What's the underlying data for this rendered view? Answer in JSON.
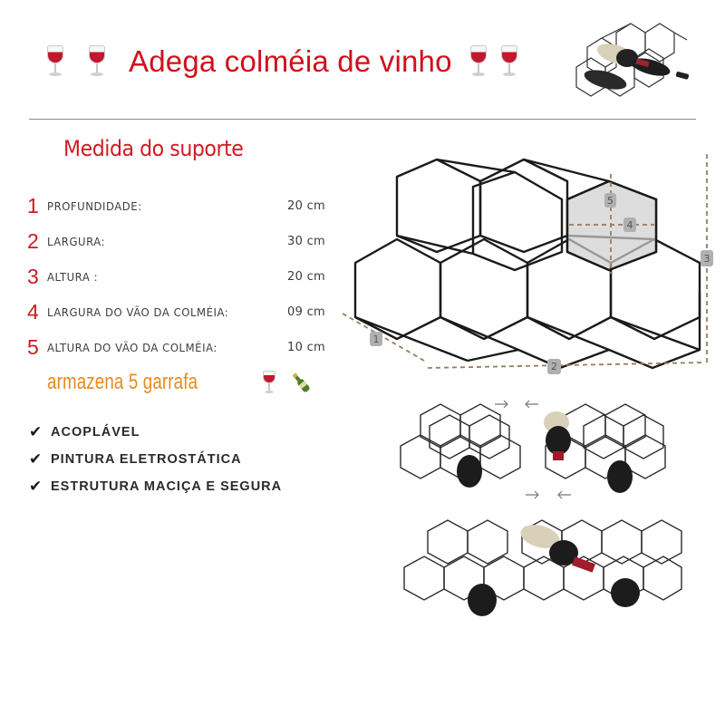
{
  "header": {
    "title": "Adega colméia de vinho",
    "left_icons": [
      "wine-glass-icon",
      "wine-glass-icon"
    ],
    "right_icons": [
      "wine-glass-icon",
      "wine-glass-icon"
    ],
    "thumbnail": "wine-rack-with-bottles-photo"
  },
  "specs": {
    "title": "Medida do suporte",
    "items": [
      {
        "num": "1",
        "label": "PROFUNDIDADE:",
        "value": "20 cm"
      },
      {
        "num": "2",
        "label": "LARGURA:",
        "value": "30 cm"
      },
      {
        "num": "3",
        "label": "ALTURA :",
        "value": "20 cm"
      },
      {
        "num": "4",
        "label": "LARGURA DO VÃO DA COLMÉIA:",
        "value": "09 cm"
      },
      {
        "num": "5",
        "label": "ALTURA DO VÃO DA COLMÉIA:",
        "value": "10 cm"
      }
    ]
  },
  "capacity": {
    "text": "armazena 5 garrafa",
    "icons": [
      "wine-glass-icon",
      "champagne-bottle-icon"
    ]
  },
  "features": [
    {
      "icon": "check-icon",
      "label": "ACOPLÁVEL"
    },
    {
      "icon": "check-icon",
      "label": "PINTURA ELETROSTÁTICA"
    },
    {
      "icon": "check-icon",
      "label": "ESTRUTURA MACIÇA E SEGURA"
    }
  ],
  "diagram": {
    "dimension_labels": [
      "1",
      "2",
      "3",
      "4",
      "5"
    ],
    "colors": {
      "frame": "#1a1a1a",
      "dimension_line": "#9b7b5a",
      "label_bg": "#a9a9a9",
      "highlight_cell": "#d7d7d7"
    }
  },
  "colors": {
    "title_red": "#d0101c",
    "spec_red": "#c91b24",
    "capacity_orange": "#e88a1e",
    "text_dark": "#3c3c3c"
  }
}
